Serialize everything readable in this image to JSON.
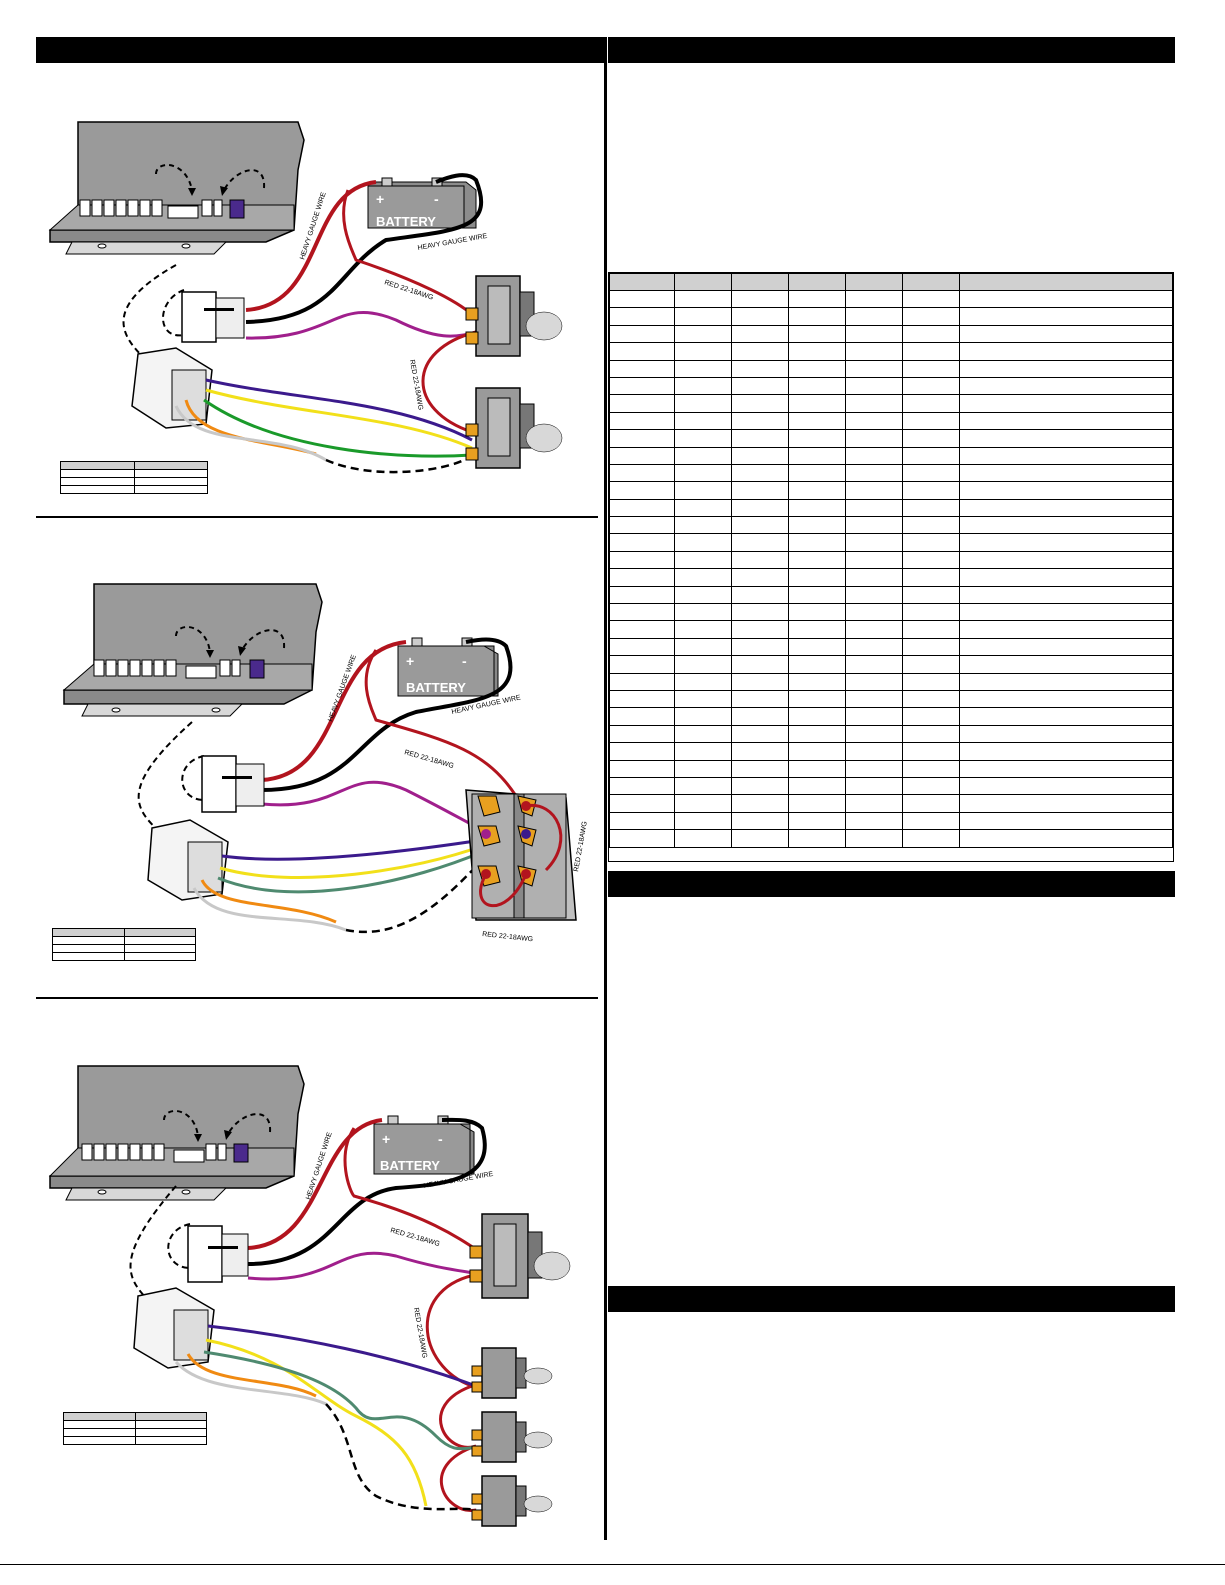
{
  "page": {
    "sections": [
      {
        "id": "left-header",
        "title": ""
      },
      {
        "id": "right-header-1",
        "title": ""
      },
      {
        "id": "right-header-2",
        "title": ""
      },
      {
        "id": "right-header-3",
        "title": ""
      }
    ]
  },
  "diagram1": {
    "battery_label": "BATTERY",
    "plus": "+",
    "minus": "-",
    "heavy_wire_a": "HEAVY GAUGE WIRE",
    "heavy_wire_b": "HEAVY GAUGE WIRE",
    "red_wire_a": "RED 22-18AWG",
    "red_wire_b": "RED 22-18AWG"
  },
  "diagram2": {
    "battery_label": "BATTERY",
    "plus": "+",
    "minus": "-",
    "heavy_wire_a": "HEAVY GAUGE WIRE",
    "heavy_wire_b": "HEAVY GAUGE WIRE",
    "red_wire_a": "RED 22-18AWG",
    "red_wire_b": "RED 22-18AWG",
    "red_wire_c": "RED 22-18AWG"
  },
  "diagram3": {
    "battery_label": "BATTERY",
    "plus": "+",
    "minus": "-",
    "heavy_wire_a": "HEAVY GAUGE WIRE",
    "heavy_wire_b": "HEAVY GAUGE WIRE",
    "red_wire_a": "RED 22-18AWG",
    "red_wire_b": "RED 22-18AWG"
  },
  "colors": {
    "red": "#b2141e",
    "black": "#000000",
    "purple": "#a01f8c",
    "violet": "#3b1a8c",
    "yellow": "#f2e01a",
    "green": "#1a9a2a",
    "teal": "#4f8a70",
    "orange": "#f08a12",
    "gray_wire": "#c8c8c8",
    "panel": "#9a9a9a",
    "header": "#d0d0d0"
  },
  "table": {
    "columns": 7,
    "rows": 32
  }
}
